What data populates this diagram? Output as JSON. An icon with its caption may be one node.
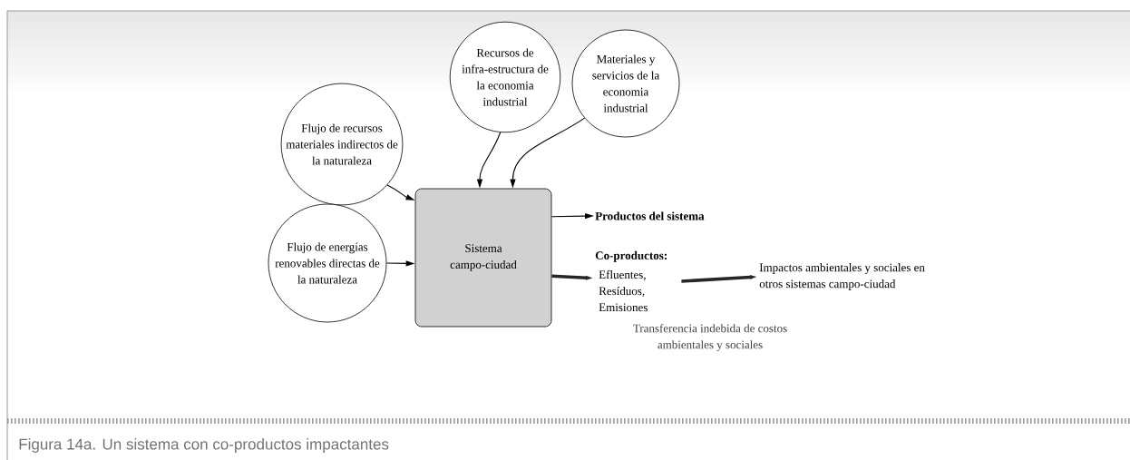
{
  "diagram": {
    "caption": "Figura 14a. Un sistema con co-productos impactantes",
    "nodes": [
      {
        "text": [
          "Flujo de recursos materiales indirectos de la naturaleza"
        ]
      },
      {
        "text": [
          "Flujo de energías renovables directas de la naturaleza"
        ]
      },
      {
        "text": [
          "Recursos de infra-estructura de la economia industrial"
        ]
      },
      {
        "text": [
          "Materiales y servicios de la economia industrial"
        ]
      },
      {
        "text": [
          "Sistema campo-ciudad"
        ]
      },
      {
        "text": [
          "Productos del sistema"
        ]
      },
      {
        "text": [
          "Co-productos:",
          "Efluentes, Resíduos, Emisiones"
        ]
      },
      {
        "text": [
          "Impactos ambientales y sociales en otros sistemas campo-ciudad"
        ]
      }
    ],
    "edges": [
      {
        "from": 0,
        "to": 4,
        "arrow": "to"
      },
      {
        "from": 1,
        "to": 4,
        "arrow": "to"
      },
      {
        "from": 2,
        "to": 4,
        "arrow": "to"
      },
      {
        "from": 3,
        "to": 4,
        "arrow": "to"
      },
      {
        "from": 4,
        "to": 5,
        "arrow": "to"
      },
      {
        "from": 4,
        "to": 6,
        "arrow": "to",
        "style": "thick"
      },
      {
        "from": 6,
        "to": 7,
        "arrow": "to",
        "style": "thick"
      }
    ],
    "labels": [
      "Transferencia indebida de costos ambientales y sociales"
    ]
  }
}
